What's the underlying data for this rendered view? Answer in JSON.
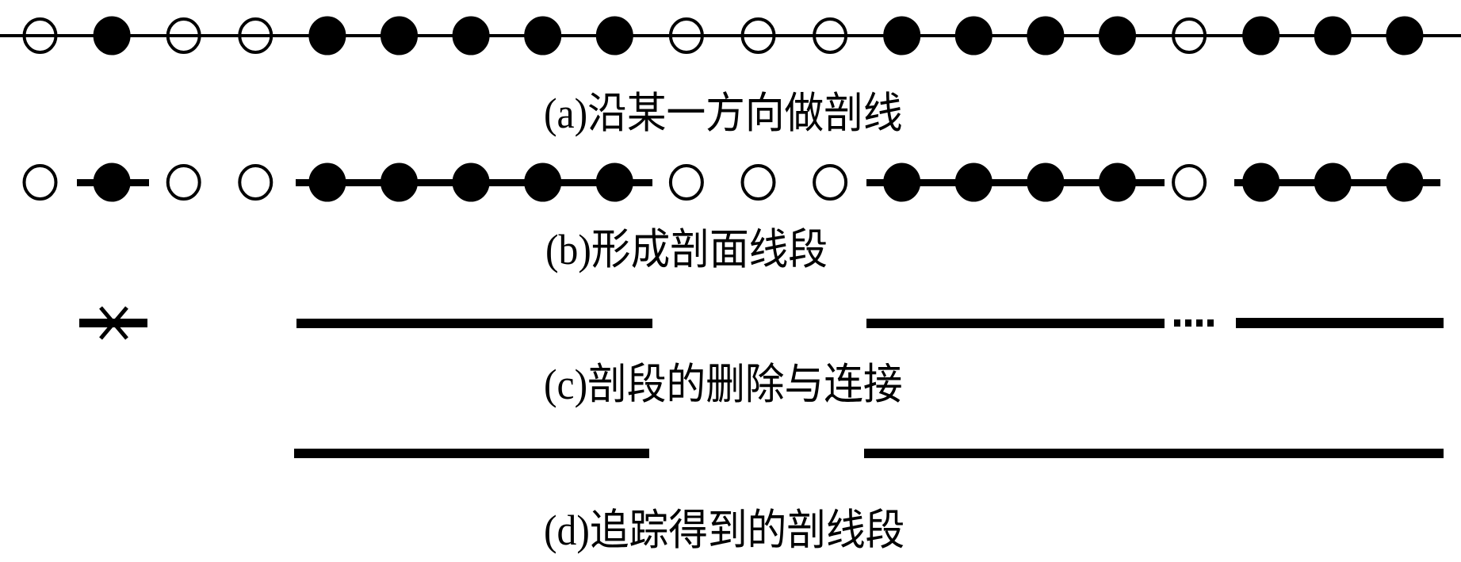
{
  "points": [
    "open",
    "filled",
    "open",
    "open",
    "filled",
    "filled",
    "filled",
    "filled",
    "filled",
    "open",
    "open",
    "open",
    "filled",
    "filled",
    "filled",
    "filled",
    "open",
    "filled",
    "filled",
    "filled"
  ],
  "captions": {
    "a": "(a)沿某一方向做剖线",
    "b": "(b)形成剖面线段",
    "c": "(c)剖段的删除与连接",
    "d": "(d)追踪得到的剖线段"
  },
  "colors": {
    "ink": "#000000",
    "background": "#ffffff"
  }
}
